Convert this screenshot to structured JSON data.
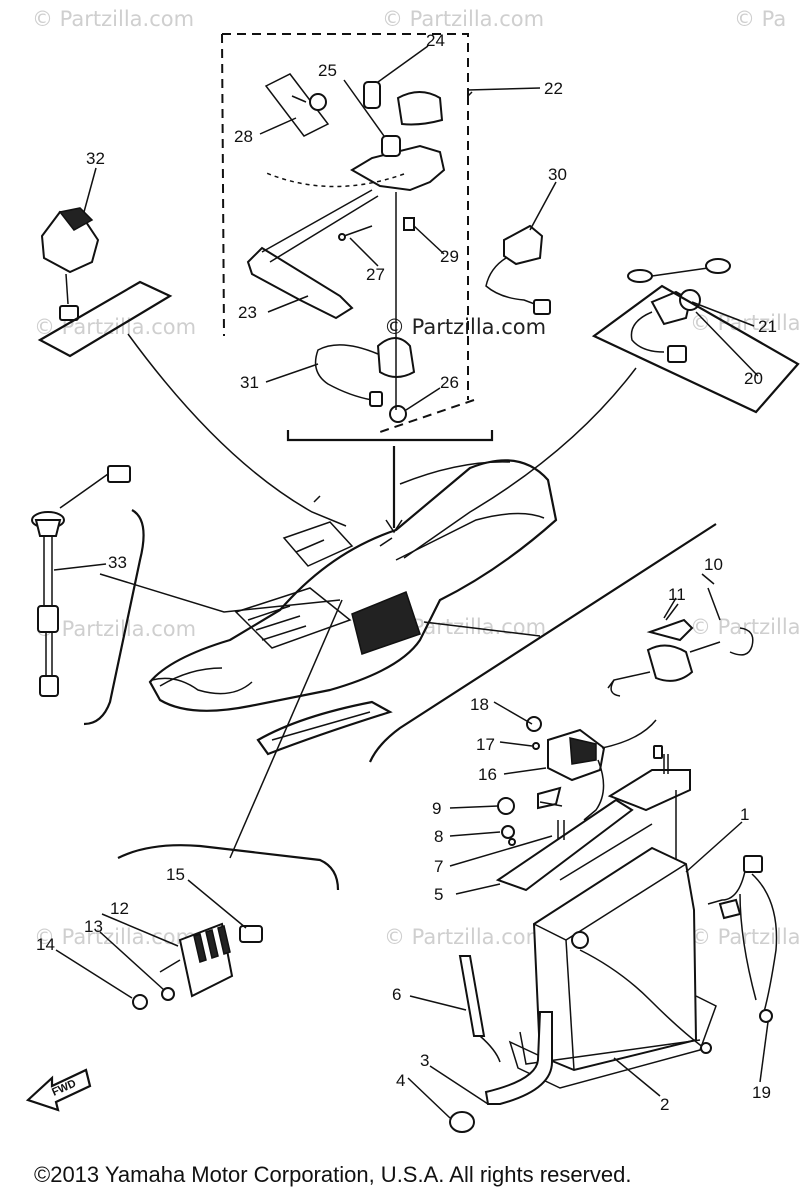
{
  "watermarks": [
    "© Partzilla.com",
    "© Partzilla.com",
    "© Partzilla.com",
    "© Partzilla.com",
    "© Partzilla.com",
    "© Partzilla.com",
    "© Partzilla.com",
    "© Partzilla.com",
    "© Partzilla.com",
    "© Partzilla.com",
    "© Partzilla.com",
    "© Pa"
  ],
  "center_watermark": "© Partzilla.com",
  "fwd_arrow": "FWD",
  "callouts": {
    "c1": "1",
    "c2": "2",
    "c3": "3",
    "c4": "4",
    "c5": "5",
    "c6": "6",
    "c7": "7",
    "c8": "8",
    "c9": "9",
    "c10": "10",
    "c11": "11",
    "c12": "12",
    "c13": "13",
    "c14": "14",
    "c15": "15",
    "c16": "16",
    "c17": "17",
    "c18": "18",
    "c19": "19",
    "c20": "20",
    "c21": "21",
    "c22": "22",
    "c23": "23",
    "c24": "24",
    "c25": "25",
    "c26": "26",
    "c27": "27",
    "c28": "28",
    "c29": "29",
    "c30": "30",
    "c31": "31",
    "c32": "32",
    "c33": "33"
  },
  "copyright": "©2013 Yamaha Motor Corporation, U.S.A. All rights reserved."
}
